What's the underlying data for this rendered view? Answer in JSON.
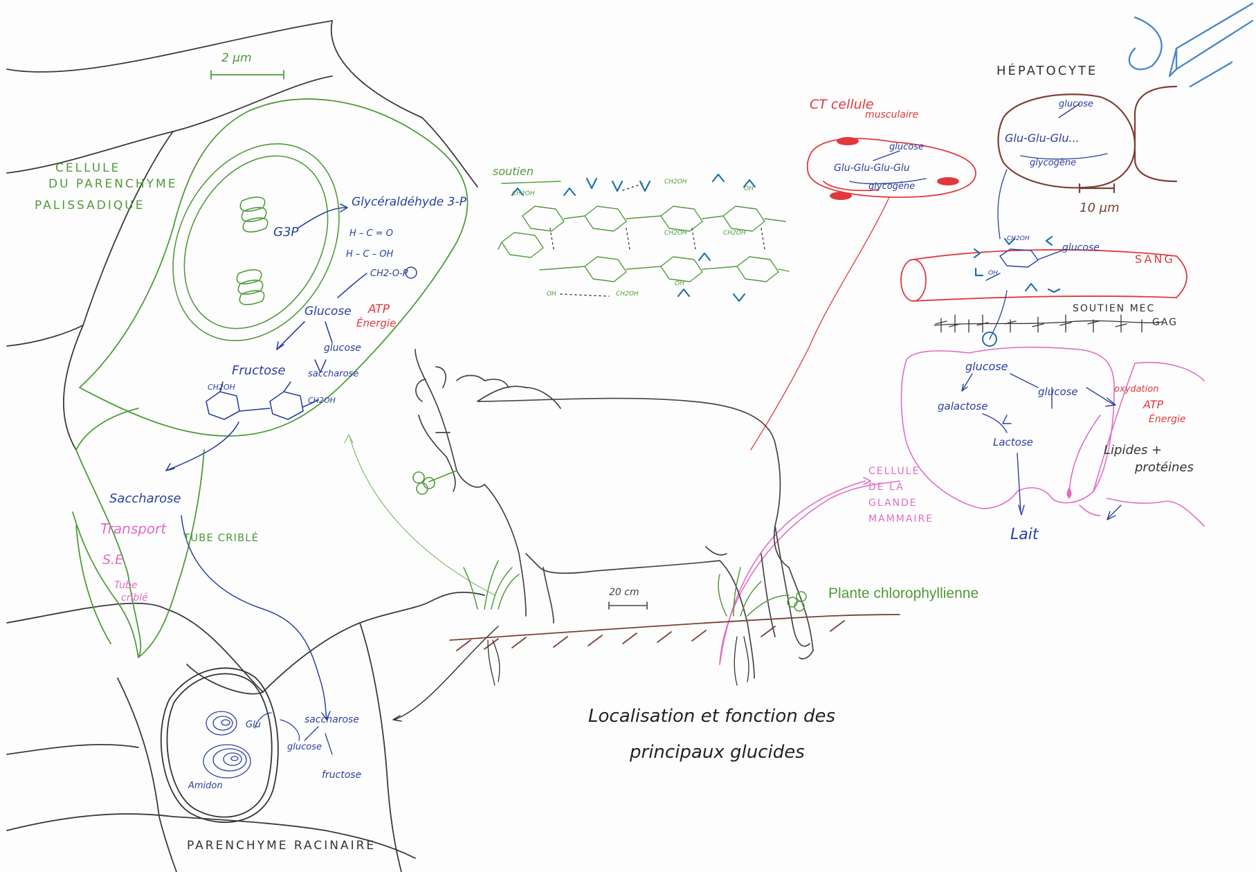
{
  "colors": {
    "green": "#4f9a3a",
    "blue": "#2a3f9e",
    "red": "#e0383e",
    "pink": "#e06cc4",
    "brown": "#7a3f35",
    "teal": "#1f6fa8",
    "dark": "#333333",
    "pen": "#4a88c8"
  },
  "icons": [
    "pen-icon"
  ],
  "leaf_cell": {
    "scale": "2 µm",
    "label_lines": [
      "CELLULE",
      "DU PARENCHYME",
      "PALISSADIQUE"
    ],
    "g3p": "G3P",
    "glyceraldehyde": "Glycéraldéhyde 3-P",
    "formula_lines": [
      "H – C = O",
      "H – C – OH",
      "CH2-O-P"
    ],
    "glucose": "Glucose",
    "atp": "ATP",
    "energy": "Énergie",
    "fructose": "Fructose",
    "glucose_small": "glucose",
    "saccharose": "saccharose",
    "ch2oh": "CH2OH"
  },
  "sieve": {
    "saccharose": "Saccharose",
    "transport": "Transport",
    "se": "S.E.",
    "tube_crible_pink": [
      "Tube",
      "criblé"
    ],
    "tube_crible": "TUBE CRIBLÉ"
  },
  "cellulose": {
    "soutien": "soutien",
    "ch2oh": "CH2OH",
    "oh": "OH"
  },
  "muscle": {
    "label_lines": [
      "CT cellule",
      "musculaire"
    ],
    "glucose": "glucose",
    "chain": "Glu-Glu-Glu-Glu",
    "glycogen": "glycogène"
  },
  "liver": {
    "title": "HÉPATOCYTE",
    "glucose": "glucose",
    "chain": "Glu-Glu-Glu...",
    "glycogen": "glycogène",
    "scale": "10 µm"
  },
  "blood": {
    "label": "SANG",
    "glucose": "glucose",
    "ch2oh": "CH2OH",
    "oh": "OH"
  },
  "matrix": {
    "label_lines": [
      "SOUTIEN MEC",
      "GAG"
    ]
  },
  "mammary": {
    "glucose": "glucose",
    "galactose": "galactose",
    "glucose2": "glucose",
    "lactose": "Lactose",
    "oxidation": "oxydation",
    "atp": "ATP",
    "energy": "Énergie",
    "lipides": [
      "Lipides +",
      "protéines"
    ],
    "lait": "Lait",
    "label_lines": [
      "CELLULE",
      "DE LA",
      "GLANDE",
      "MAMMAIRE"
    ]
  },
  "root": {
    "glu": "Glu",
    "amidon": "Amidon",
    "saccharose": "saccharose",
    "glucose": "glucose",
    "fructose": "fructose",
    "label": "PARENCHYME RACINAIRE"
  },
  "cow": {
    "scale": "20 cm",
    "plant_label": "Plante chlorophyllienne"
  },
  "caption_lines": [
    "Localisation et fonction des",
    "principaux glucides"
  ]
}
